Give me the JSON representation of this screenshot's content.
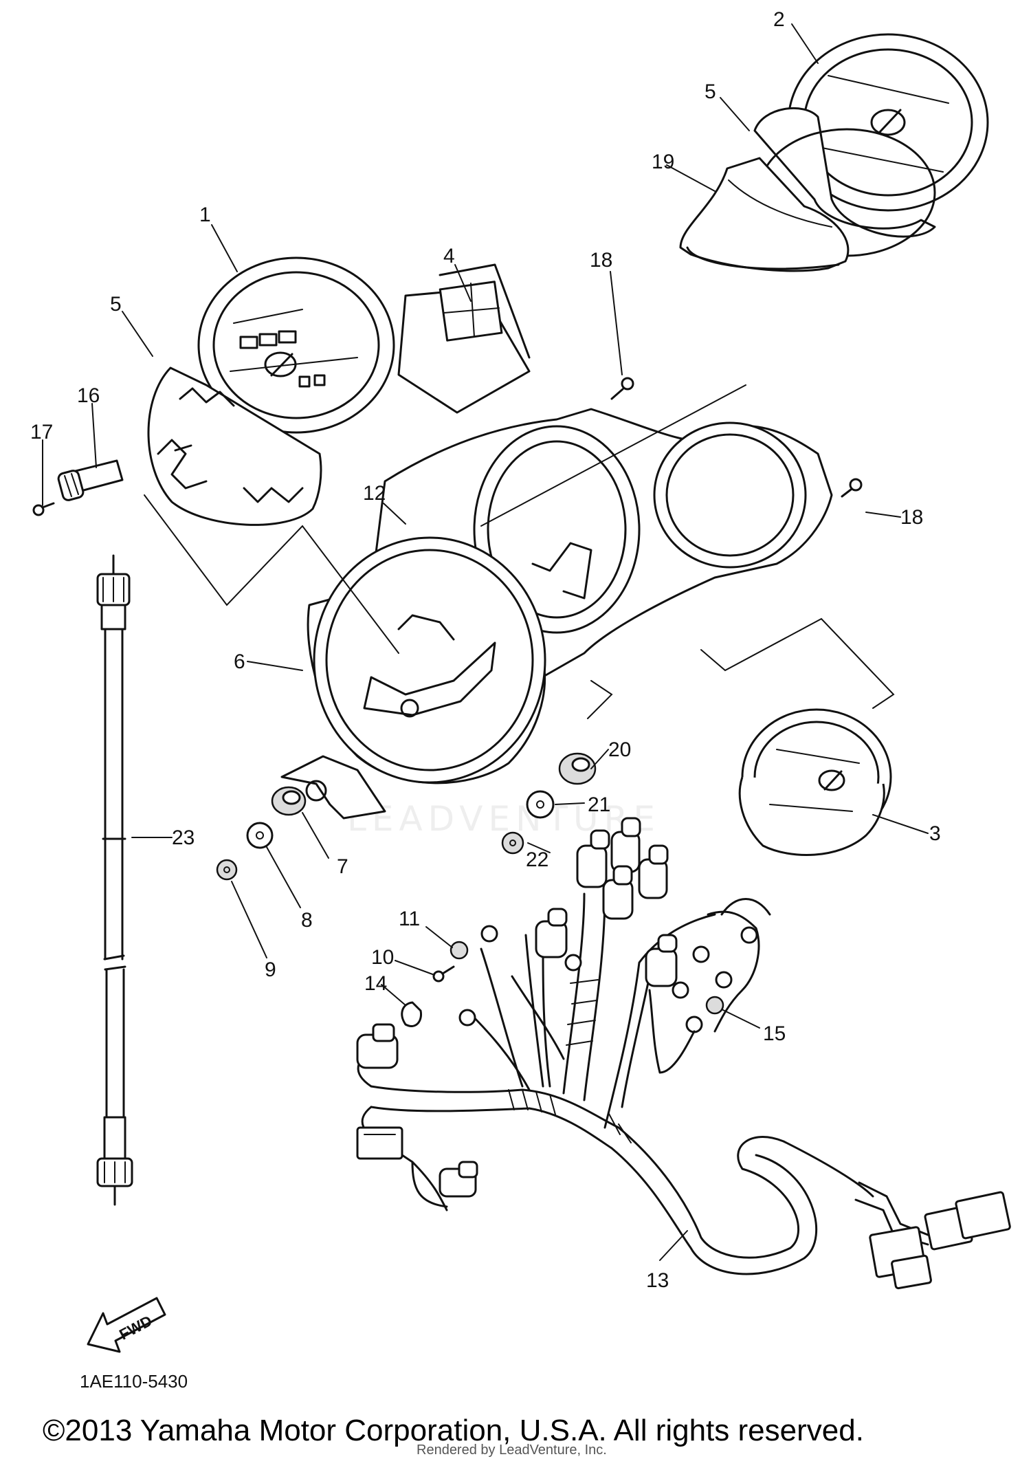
{
  "diagram_code": "1AE110-5430",
  "copyright": "©2013 Yamaha Motor Corporation, U.S.A. All rights reserved.",
  "rendered_by": "Rendered by LeadVenture, Inc.",
  "watermark": "LEADVENTURE",
  "fwd_label": "FWD",
  "callouts": [
    {
      "id": "1",
      "label": "1"
    },
    {
      "id": "2",
      "label": "2"
    },
    {
      "id": "3",
      "label": "3"
    },
    {
      "id": "4",
      "label": "4"
    },
    {
      "id": "5a",
      "label": "5"
    },
    {
      "id": "5b",
      "label": "5"
    },
    {
      "id": "6",
      "label": "6"
    },
    {
      "id": "7",
      "label": "7"
    },
    {
      "id": "8",
      "label": "8"
    },
    {
      "id": "9",
      "label": "9"
    },
    {
      "id": "10",
      "label": "10"
    },
    {
      "id": "11",
      "label": "11"
    },
    {
      "id": "12",
      "label": "12"
    },
    {
      "id": "13",
      "label": "13"
    },
    {
      "id": "14",
      "label": "14"
    },
    {
      "id": "15",
      "label": "15"
    },
    {
      "id": "16",
      "label": "16"
    },
    {
      "id": "17",
      "label": "17"
    },
    {
      "id": "18a",
      "label": "18"
    },
    {
      "id": "18b",
      "label": "18"
    },
    {
      "id": "19",
      "label": "19"
    },
    {
      "id": "20",
      "label": "20"
    },
    {
      "id": "21",
      "label": "21"
    },
    {
      "id": "22",
      "label": "22"
    },
    {
      "id": "23",
      "label": "23"
    }
  ]
}
